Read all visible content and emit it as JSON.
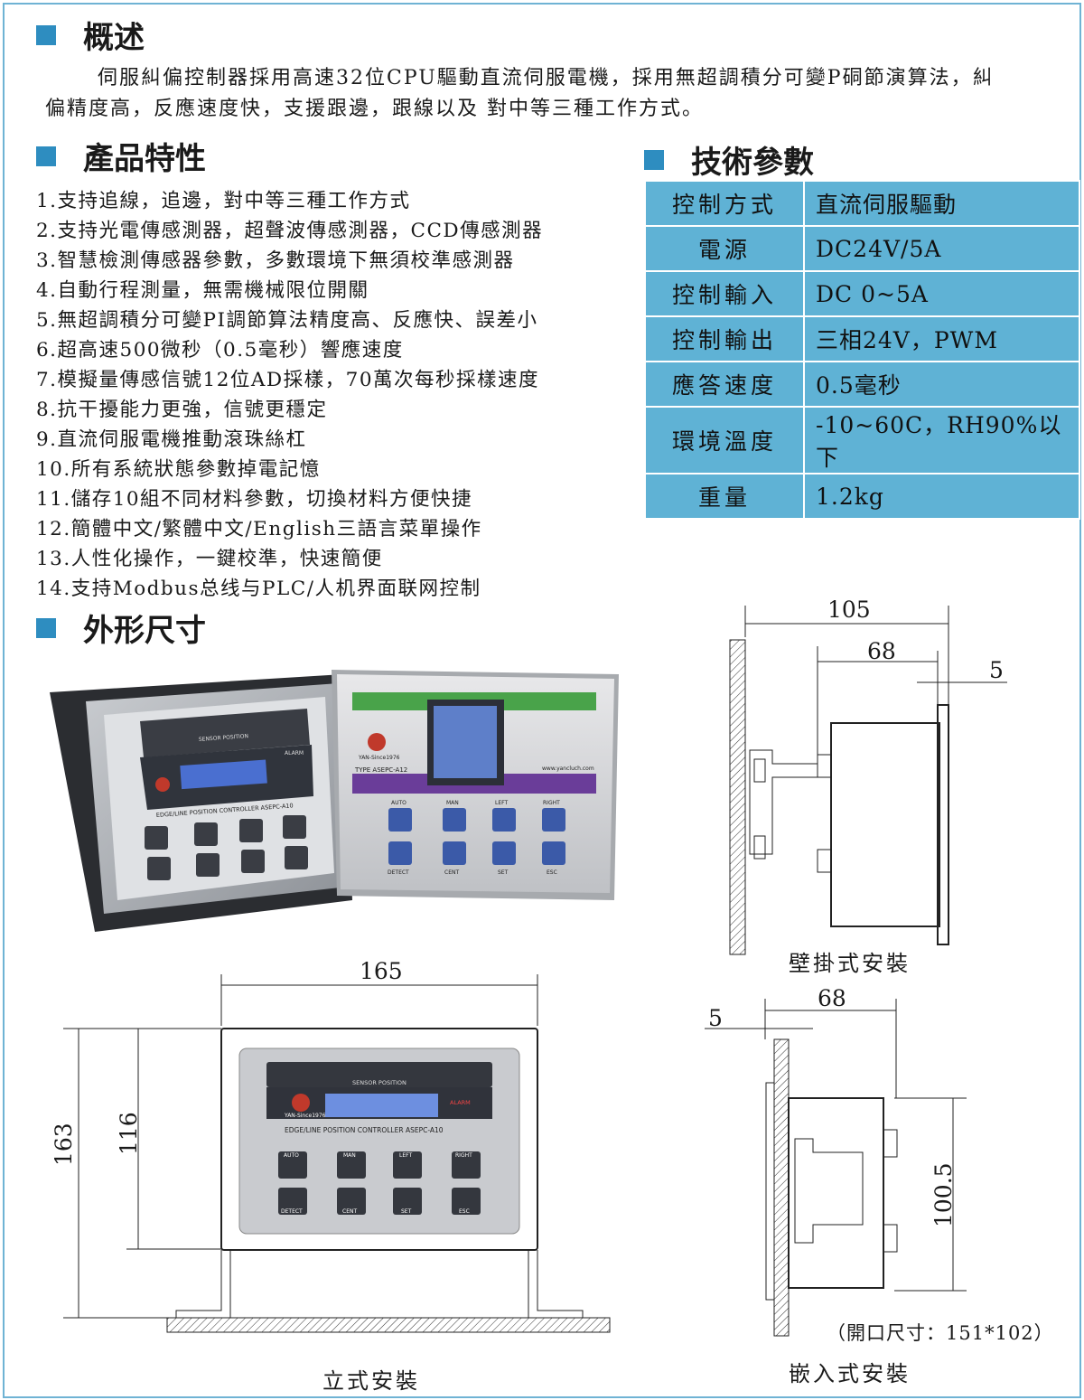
{
  "sections": {
    "overview_title": "概述",
    "features_title": "產品特性",
    "spec_title": "技術參數",
    "dims_title": "外形尺寸"
  },
  "overview": {
    "line1": "伺服糾偏控制器採用高速32位CPU驅動直流伺服電機，採用無超調積分可變P硐節演算法，糾",
    "line2": "偏精度高，反應速度快，支援跟邊，跟線以及 對中等三種工作方式。"
  },
  "features": [
    "1.支持追線，追邊，對中等三種工作方式",
    "2.支持光電傳感測器，超聲波傳感測器，CCD傳感測器",
    "3.智慧檢測傳感器參數，多數環境下無須校準感測器",
    "4.自動行程測量，無需機械限位開關",
    "5.無超調積分可變PI調節算法精度高、反應快、誤差小",
    "6.超高速500微秒（0.5毫秒）響應速度",
    "7.模擬量傳感信號12位AD採樣，70萬次每秒採樣速度",
    "8.抗干擾能力更強，信號更穩定",
    "9.直流伺服電機推動滾珠絲杠",
    "10.所有系統狀態參數掉電記憶",
    "11.儲存10組不同材料參數，切換材料方便快捷",
    "12.簡體中文/繁體中文/English三語言菜單操作",
    "13.人性化操作，一鍵校準，快速簡便",
    "14.支持Modbus总线与PLC/人机界面联网控制"
  ],
  "spec": [
    {
      "key": "控制方式",
      "value": "直流伺服驅動"
    },
    {
      "key": "電源",
      "value": "DC24V/5A"
    },
    {
      "key": "控制輸入",
      "value": "DC 0~5A"
    },
    {
      "key": "控制輸出",
      "value": "三相24V，PWM"
    },
    {
      "key": "應答速度",
      "value": "0.5毫秒"
    },
    {
      "key": "環境溫度",
      "value": "-10~60C，RH90%以下"
    },
    {
      "key": "重量",
      "value": "1.2kg"
    }
  ],
  "photo": {
    "left_unit": {
      "sensor_position": "SENSOR POSITION",
      "alarm": "ALARM",
      "model": "EDGE/LINE POSITION CONTROLLER ASEPC-A10"
    },
    "right_unit": {
      "brand": "YAN-Since1976",
      "type": "TYPE ASEPC-A12",
      "url": "www.yancluch.com"
    },
    "keys": [
      "AUTO",
      "MAN",
      "LEFT",
      "RIGHT",
      "DETECT",
      "CENT",
      "SET",
      "ESC"
    ]
  },
  "front_panel": {
    "sensor_position": "SENSOR POSITION",
    "alarm": "ALARM",
    "brand": "YAN-Since1976",
    "model": "EDGE/LINE POSITION CONTROLLER ASEPC-A10",
    "keys": [
      "AUTO",
      "MAN",
      "LEFT",
      "RIGHT",
      "DETECT",
      "CENT",
      "SET",
      "ESC"
    ]
  },
  "dimensions": {
    "wall_total": "105",
    "wall_depth": "68",
    "wall_flange": "5",
    "wall_caption": "壁掛式安裝",
    "stand_width": "165",
    "stand_height": "163",
    "stand_panel_height": "116",
    "stand_caption": "立式安裝",
    "flush_depth": "68",
    "flush_flange": "5",
    "flush_height": "100.5",
    "flush_cutout": "（開口尺寸：151*102）",
    "flush_caption": "嵌入式安裝"
  },
  "colors": {
    "accent": "#2e8dc0",
    "table_bg": "#5fb2d5",
    "frame": "#6fb3d4"
  }
}
